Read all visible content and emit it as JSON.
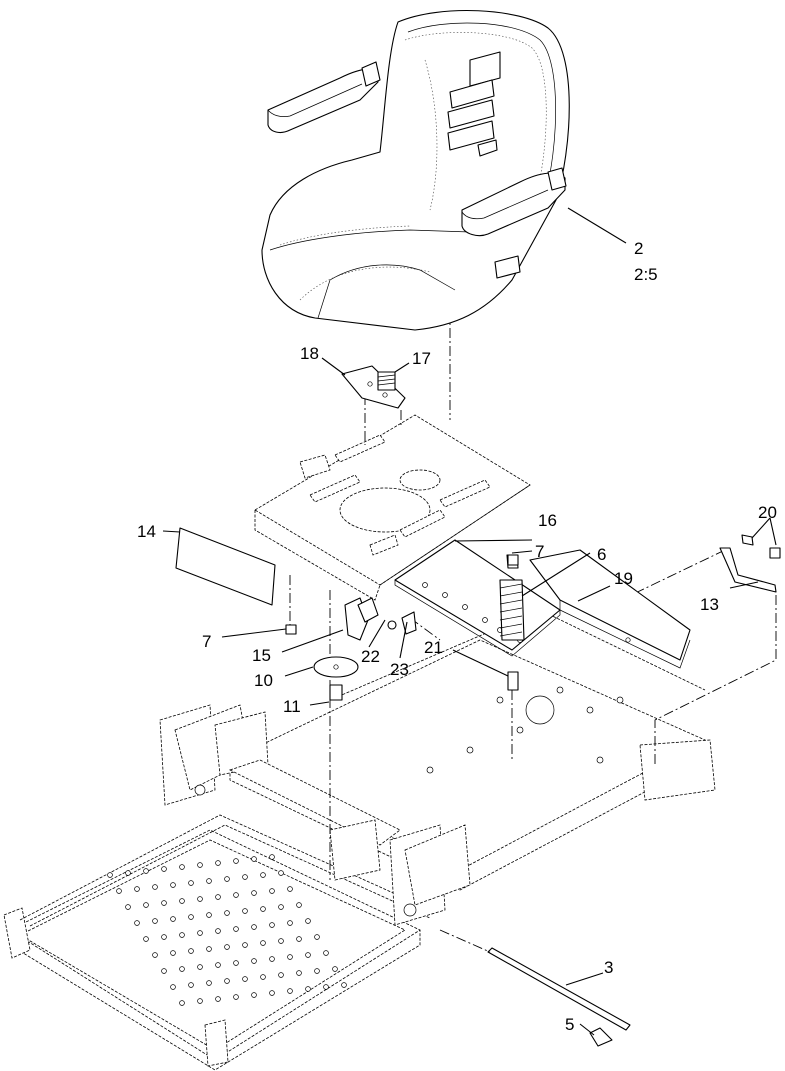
{
  "callouts": {
    "c2": "2",
    "c2_ref": "2:5",
    "c3": "3",
    "c5": "5",
    "c6": "6",
    "c7a": "7",
    "c7b": "7",
    "c10": "10",
    "c11": "11",
    "c13": "13",
    "c14": "14",
    "c15": "15",
    "c16": "16",
    "c17": "17",
    "c18": "18",
    "c19": "19",
    "c20": "20",
    "c21": "21",
    "c22": "22",
    "c23": "23"
  }
}
